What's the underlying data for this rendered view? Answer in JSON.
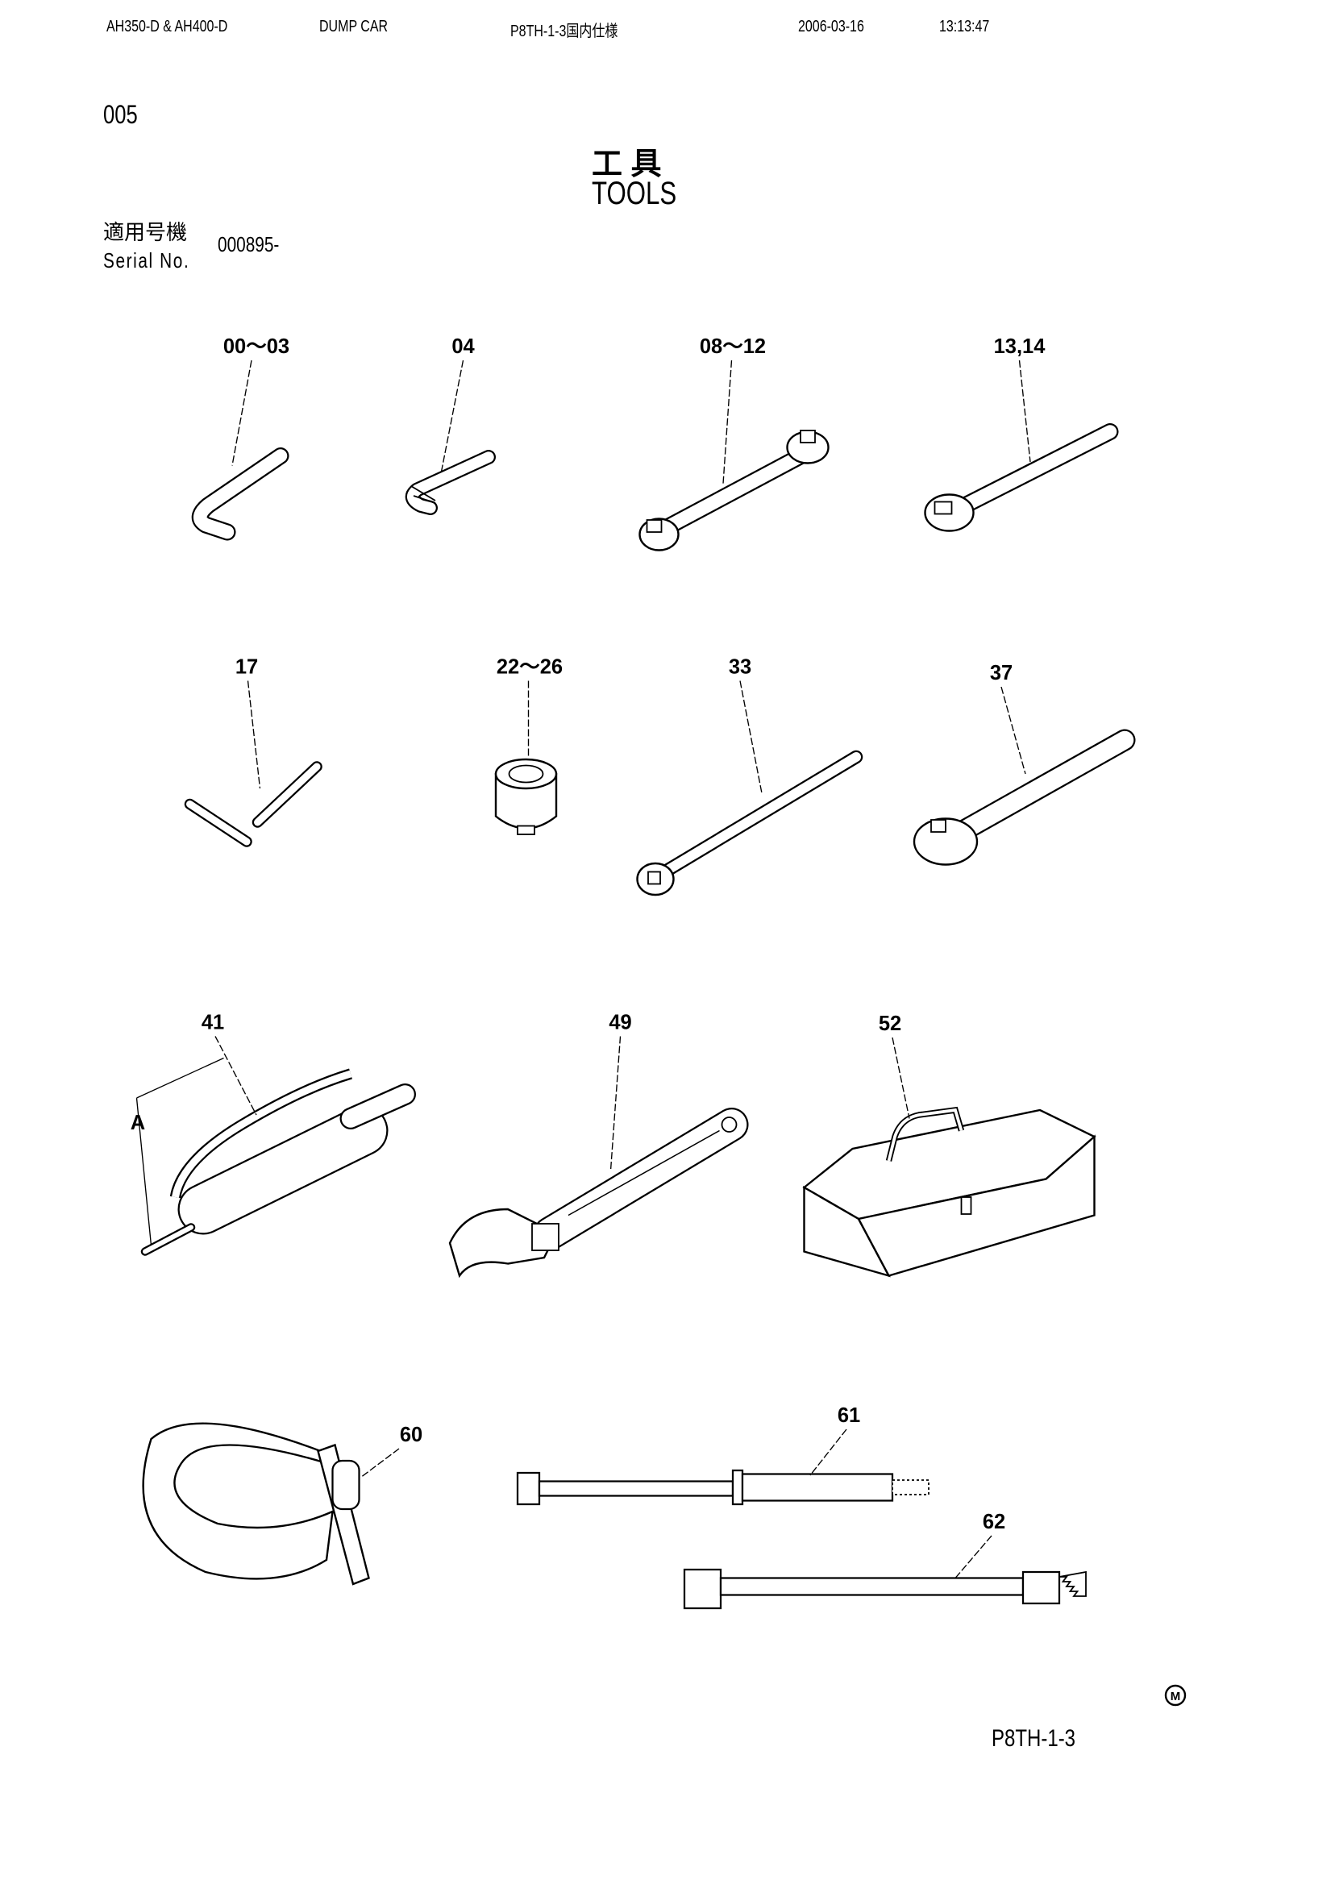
{
  "header": {
    "model": "AH350-D & AH400-D",
    "machine": "DUMP CAR",
    "doc_code": "P8TH-1-3国内仕様",
    "date": "2006-03-16",
    "time": "13:13:47"
  },
  "page_number": "005",
  "title_jp": "工 具",
  "title_en": "TOOLS",
  "serial": {
    "label_jp": "適用号機",
    "label_en": "Serial No.",
    "value": "000895-"
  },
  "callouts": {
    "hex_key_large": "00～03",
    "hex_key_set": "04",
    "open_wrench": "08～12",
    "ring_wrench": "13,14",
    "t_wrench": "17",
    "socket": "22～26",
    "extension_bar": "33",
    "ratchet": "37",
    "grease_gun": "41",
    "grease_gun_detail": "A",
    "adjustable_wrench": "49",
    "tool_box": "52",
    "filter_wrench": "60",
    "bar_61": "61",
    "bar_62": "62"
  },
  "mark": "M",
  "footer_code": "P8TH-1-3"
}
